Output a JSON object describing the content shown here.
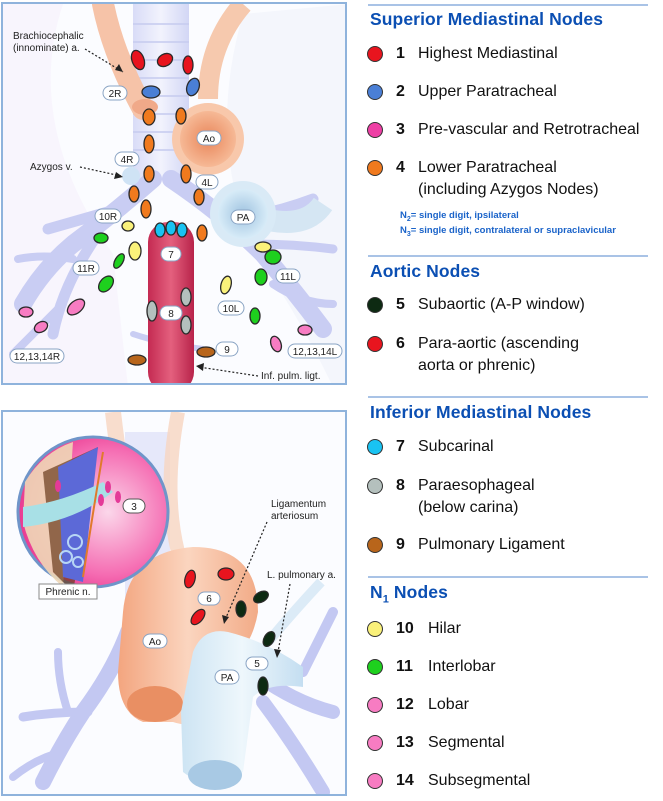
{
  "legend": {
    "sections": [
      {
        "title": "Superior Mediastinal Nodes",
        "items": [
          {
            "num": "1",
            "label": "Highest Mediastinal",
            "color": "#e8141e"
          },
          {
            "num": "2",
            "label": "Upper Paratracheal",
            "color": "#4a7fd6"
          },
          {
            "num": "3",
            "label": "Pre-vascular and Retrotracheal",
            "color": "#ee3fa5"
          },
          {
            "num": "4",
            "label_line1": "Lower Paratracheal",
            "label_line2": "(including Azygos Nodes)",
            "color": "#f07a1e"
          }
        ],
        "notes": {
          "n2_prefix": "N",
          "n2_sub": "2",
          "n2_text": "= single digit, ipsilateral",
          "n3_prefix": "N",
          "n3_sub": "3",
          "n3_text": "= single digit, contralateral or supraclavicular"
        }
      },
      {
        "title": "Aortic Nodes",
        "items": [
          {
            "num": "5",
            "label": "Subaortic (A-P window)",
            "color": "#0d2a12"
          },
          {
            "num": "6",
            "label_line1": "Para-aortic (ascending",
            "label_line2": "aorta or phrenic)",
            "color": "#e8141e"
          }
        ]
      },
      {
        "title": "Inferior Mediastinal Nodes",
        "items": [
          {
            "num": "7",
            "label": "Subcarinal",
            "color": "#19c3f2"
          },
          {
            "num": "8",
            "label_line1": "Paraesophageal",
            "label_line2": "(below carina)",
            "color": "#b4c0bd"
          },
          {
            "num": "9",
            "label": "Pulmonary Ligament",
            "color": "#b8651b"
          }
        ]
      },
      {
        "title_prefix": "N",
        "title_sub": "1",
        "title_rest": " Nodes",
        "items": [
          {
            "num": "10",
            "label": "Hilar",
            "color": "#faf17a"
          },
          {
            "num": "11",
            "label": "Interlobar",
            "color": "#1ed01e"
          },
          {
            "num": "12",
            "label": "Lobar",
            "color": "#f77cc2"
          },
          {
            "num": "13",
            "label": "Segmental",
            "color": "#f77cc2"
          },
          {
            "num": "14",
            "label": "Subsegmental",
            "color": "#f77cc2"
          }
        ]
      }
    ]
  },
  "top_diagram": {
    "annotations": {
      "brachio_line1": "Brachiocephalic",
      "brachio_line2": "(innominate) a.",
      "azygos": "Azygos v.",
      "inf_pulm": "Inf. pulm. ligt."
    },
    "station_tags": {
      "s2R": "2R",
      "s4R": "4R",
      "s4L": "4L",
      "s10R": "10R",
      "s11R": "11R",
      "s10L": "10L",
      "s11L": "11L",
      "s7": "7",
      "s8": "8",
      "s9": "9",
      "s12_14R": "12,13,14R",
      "s12_14L": "12,13,14L",
      "ao": "Ao",
      "pa": "PA"
    }
  },
  "bottom_diagram": {
    "annotations": {
      "lig_line1": "Ligamentum",
      "lig_line2": "arteriosum",
      "lpa": "L. pulmonary a.",
      "phrenic": "Phrenic n."
    },
    "station_tags": {
      "s3": "3",
      "s5": "5",
      "s6": "6",
      "ao": "Ao",
      "pa": "PA"
    }
  },
  "colors": {
    "section_title": "#0b4fb3",
    "separator": "#a9c3e6",
    "panel_border": "#8fb3dc"
  }
}
